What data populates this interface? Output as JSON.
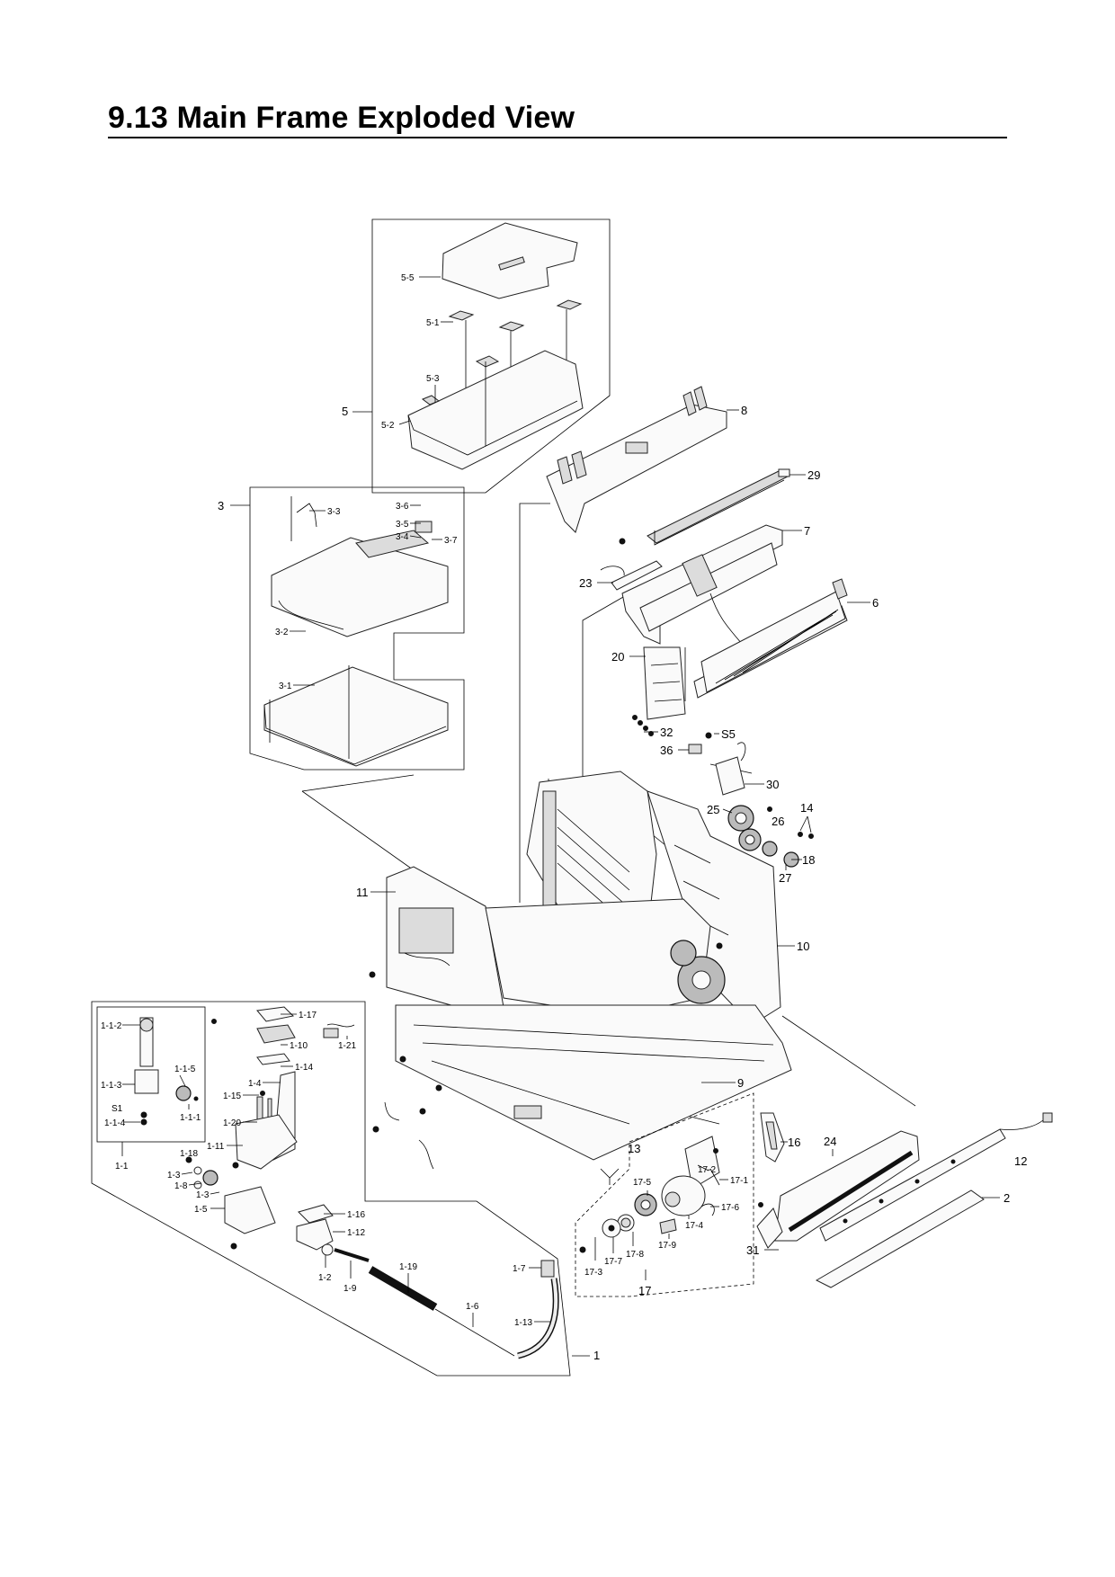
{
  "title": "9.13 Main Frame Exploded View",
  "labels": {
    "l5_5": "5-5",
    "l5_1": "5-1",
    "l5_3": "5-3",
    "l5": "5",
    "l5_2": "5-2",
    "l8": "8",
    "l29": "29",
    "l3": "3",
    "l3_3": "3-3",
    "l3_6": "3-6",
    "l3_5": "3-5",
    "l3_4": "3-4",
    "l3_7": "3-7",
    "l3_2": "3-2",
    "l3_1": "3-1",
    "l7": "7",
    "l23": "23",
    "l6": "6",
    "l20": "20",
    "l32": "32",
    "lS5": "S5",
    "l36": "36",
    "l30": "30",
    "l25": "25",
    "l26": "26",
    "l14": "14",
    "l18": "18",
    "l27": "27",
    "l11": "11",
    "l10": "10",
    "l9": "9",
    "l1_1_2": "1-1-2",
    "l1_1_5": "1-1-5",
    "l1_1_3": "1-1-3",
    "lS1": "S1",
    "l1_1_4": "1-1-4",
    "l1_1_1": "1-1-1",
    "l1_1": "1-1",
    "l1_17": "1-17",
    "l1_10": "1-10",
    "l1_14": "1-14",
    "l1_4": "1-4",
    "l1_15": "1-15",
    "l1_20": "1-20",
    "l1_11": "1-11",
    "l1_21": "1-21",
    "l1_18": "1-18",
    "l1_3a": "1-3",
    "l1_8": "1-8",
    "l1_3b": "1-3",
    "l1_5": "1-5",
    "l1_16": "1-16",
    "l1_12": "1-12",
    "l1_2": "1-2",
    "l1_9": "1-9",
    "l1_19": "1-19",
    "l1_7": "1-7",
    "l1_6": "1-6",
    "l1_13": "1-13",
    "l1": "1",
    "l13": "13",
    "l17_2": "17-2",
    "l17_1": "17-1",
    "l17_5": "17-5",
    "l17_6": "17-6",
    "l17_4": "17-4",
    "l17_9": "17-9",
    "l17_8": "17-8",
    "l17_7": "17-7",
    "l17_3": "17-3",
    "l17": "17",
    "l16": "16",
    "l24": "24",
    "l12": "12",
    "l2": "2",
    "l31": "31"
  }
}
